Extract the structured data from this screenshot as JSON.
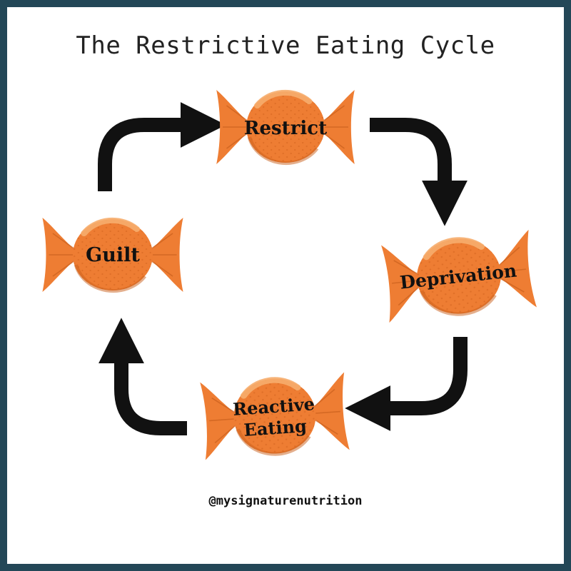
{
  "title": "The Restrictive Eating Cycle",
  "handle": "@mysignaturenutrition",
  "colors": {
    "frame": "#234757",
    "candy": "#ee7d33",
    "candy_light": "#f4a360",
    "candy_dark": "#c95f1c",
    "arrow": "#111111"
  },
  "stages": [
    {
      "label": "Restrict"
    },
    {
      "label": "Deprivation"
    },
    {
      "label": "Reactive Eating"
    },
    {
      "label": "Guilt"
    }
  ]
}
